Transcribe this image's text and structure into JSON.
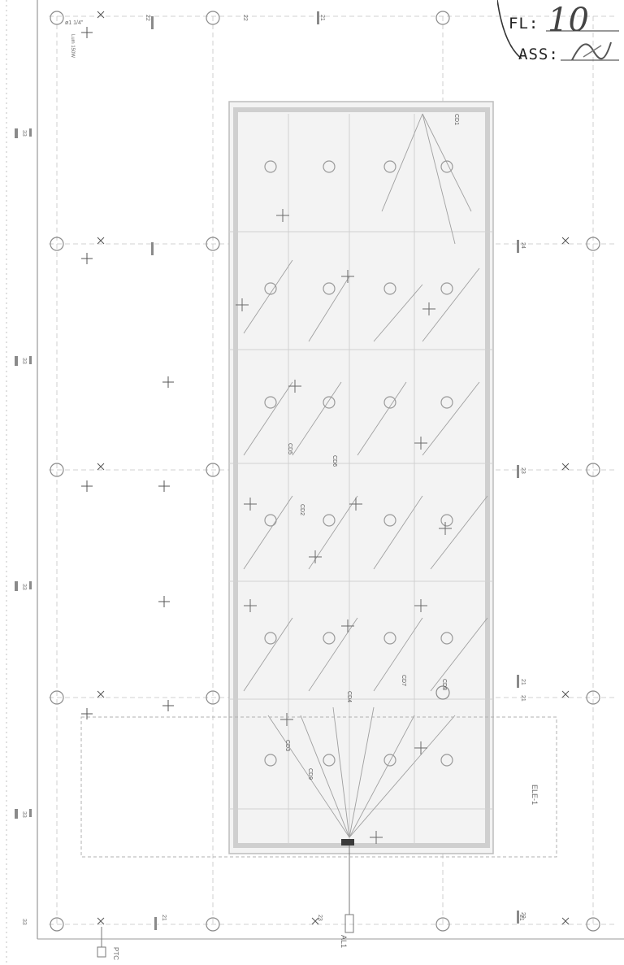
{
  "title_block": {
    "fl_label": "FL:",
    "fl_value": "10",
    "ass_label": "ASS:"
  },
  "drawing": {
    "fixture_label": "Lum 150W",
    "conduit_label": "ø1 1/4\"",
    "side_label": "ELE-1",
    "bottom_ref": "AL1",
    "bottom_left_ref": "PTC",
    "cd_labels": [
      "CD1",
      "CD2",
      "CD3",
      "CD4",
      "CD5",
      "CD6",
      "CD7",
      "CD8",
      "CD9"
    ],
    "row_labels_left": [
      "33",
      "33",
      "33",
      "33",
      "33"
    ],
    "circuit_labels_right": [
      "24",
      "23",
      "21",
      "22",
      "21"
    ],
    "top_circuits": [
      "22",
      "21",
      "22"
    ],
    "bottom_circuits": [
      "21",
      "23",
      "21"
    ]
  },
  "colors": {
    "line": "#8a8a8a",
    "dark": "#3a3a3a",
    "hatch": "#d6d6d6"
  }
}
